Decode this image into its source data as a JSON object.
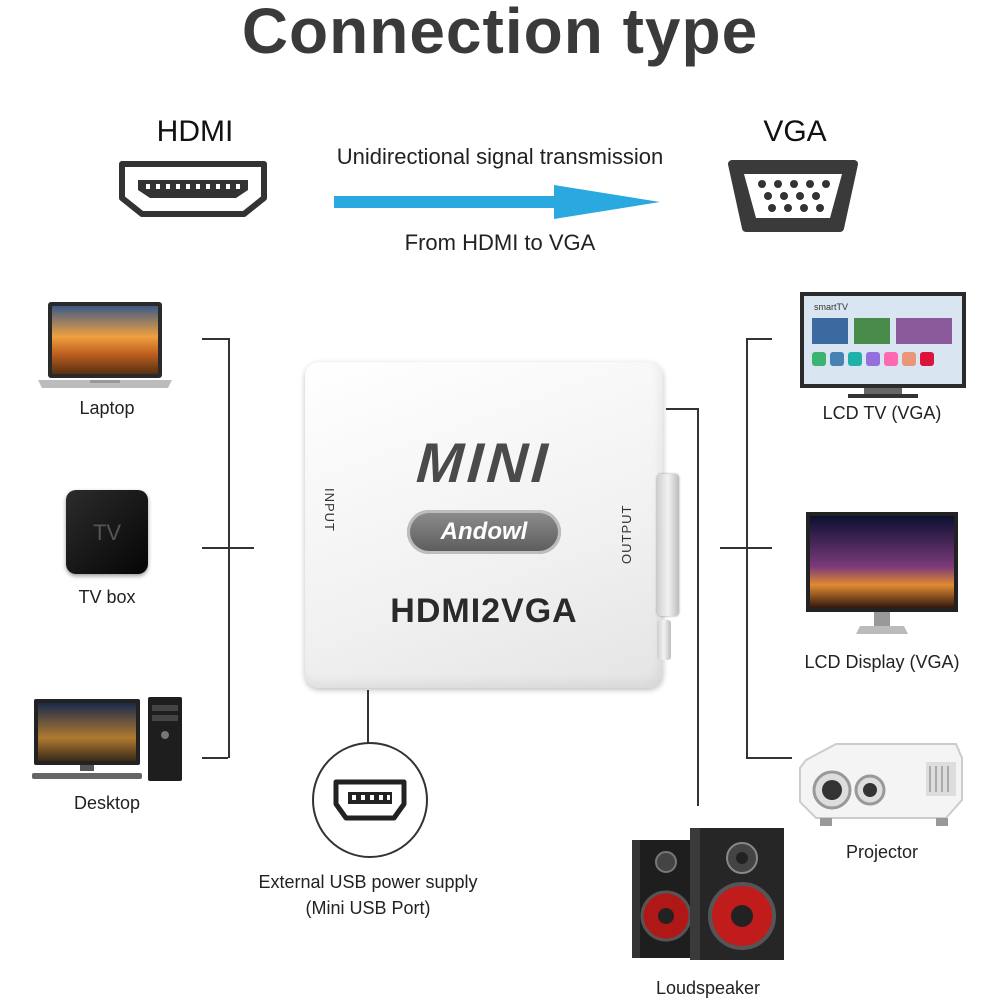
{
  "title": "Connection type",
  "hdmi_label": "HDMI",
  "vga_label": "VGA",
  "signal_top": "Unidirectional signal transmission",
  "signal_bottom": "From HDMI to VGA",
  "converter": {
    "mini": "MINI",
    "brand": "Andowl",
    "model": "HDMI2VGA",
    "input": "INPUT",
    "output": "OUTPUT"
  },
  "left_devices": [
    "Laptop",
    "TV box",
    "Desktop"
  ],
  "tv_box_text": "TV",
  "right_devices": [
    "LCD TV (VGA)",
    "LCD Display (VGA)",
    "Projector"
  ],
  "loudspeaker": "Loudspeaker",
  "usb": {
    "line1": "External USB power supply",
    "line2": "(Mini USB Port)"
  },
  "smart_tv_text": "smartTV",
  "colors": {
    "arrow": "#29a9e0",
    "text": "#222222",
    "title": "#3a3a3a"
  }
}
